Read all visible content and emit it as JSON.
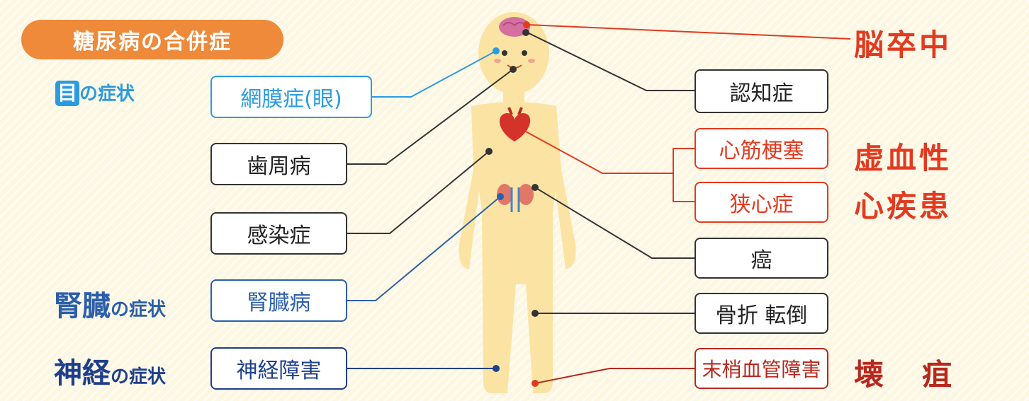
{
  "title": "糖尿病の合併症",
  "categories": {
    "eye": {
      "icon": "目",
      "suffix": "の症状"
    },
    "kidney": {
      "main": "腎臓",
      "suffix": "の症状"
    },
    "nerve": {
      "main": "神経",
      "suffix": "の症状"
    }
  },
  "left_boxes": {
    "retinopathy": "網膜症(眼)",
    "periodontal": "歯周病",
    "infection": "感染症",
    "nephropathy": "腎臓病",
    "neuropathy": "神経障害"
  },
  "right_boxes": {
    "dementia": "認知症",
    "mi": "心筋梗塞",
    "angina": "狭心症",
    "cancer": "癌",
    "fracture": "骨折 転倒",
    "pad": "末梢血管障害"
  },
  "right_labels": {
    "stroke": "脳卒中",
    "ihd_1": "虚血性",
    "ihd_2": "心疾患",
    "gangrene": "壊　疽"
  },
  "colors": {
    "background": "#fdf7e2",
    "title_pill": "#ee8a3a",
    "eye_blue": "#2a9be0",
    "kidney_blue": "#2b5fab",
    "nerve_navy": "#1e3f8c",
    "red": "#e23a20",
    "dark_red": "#b7281e",
    "body": "#fbe4a3"
  }
}
